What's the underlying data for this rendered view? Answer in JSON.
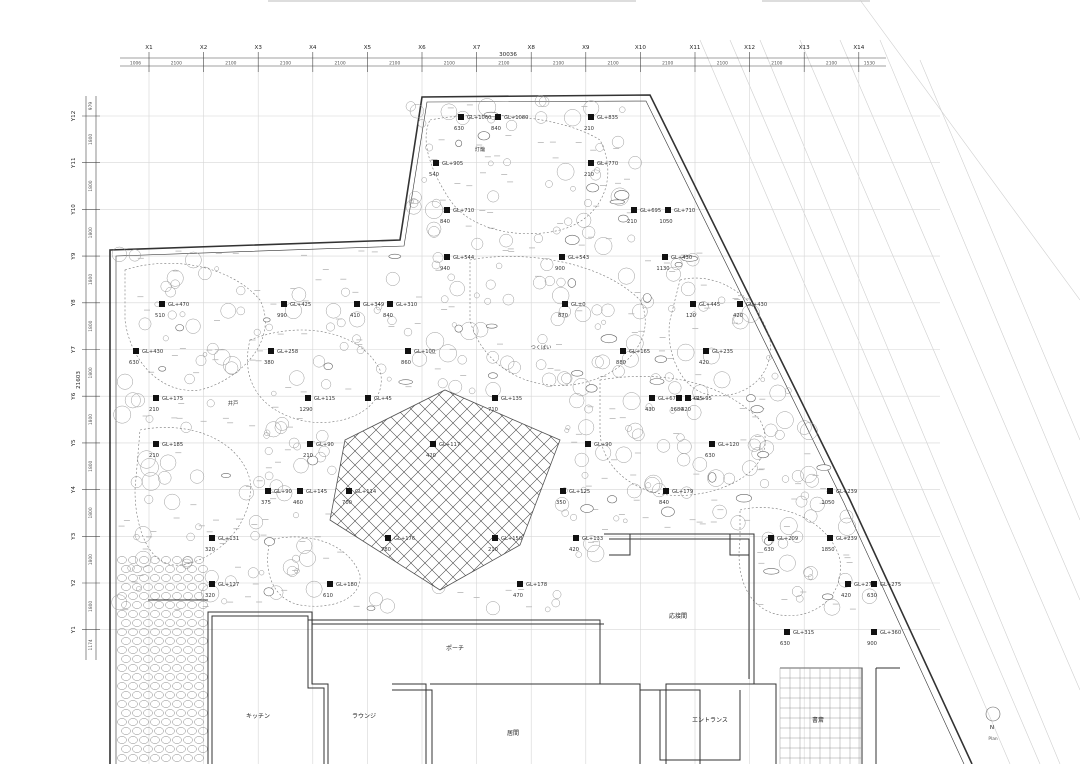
{
  "grid": {
    "x_axes": [
      "X1",
      "X2",
      "X3",
      "X4",
      "X5",
      "X6",
      "X7",
      "X8",
      "X9",
      "X10",
      "X11",
      "X12",
      "X13",
      "X14"
    ],
    "y_axes": [
      "Y12",
      "Y11",
      "Y10",
      "Y9",
      "Y8",
      "Y7",
      "Y6",
      "Y5",
      "Y4",
      "Y3",
      "Y2",
      "Y1"
    ],
    "total_width": "30036",
    "total_height": "21603",
    "x_spans": [
      "1006",
      "2100",
      "2100",
      "2100",
      "2100",
      "2100",
      "2100",
      "2100",
      "2100",
      "2100",
      "2100",
      "2100",
      "2100",
      "2100",
      "1530"
    ],
    "y_spans": [
      "979",
      "1800",
      "1800",
      "1800",
      "1800",
      "1800",
      "1800",
      "1800",
      "1800",
      "1800",
      "1800",
      "1800",
      "1174"
    ]
  },
  "spot_levels": [
    {
      "label": "GL+1060",
      "sub": "630"
    },
    {
      "label": "GL+1080",
      "sub": "840"
    },
    {
      "label": "GL+835",
      "sub": "210"
    },
    {
      "label": "GL+905",
      "sub": "540"
    },
    {
      "label": "GL+770",
      "sub": "210"
    },
    {
      "label": "GL+710",
      "sub": "840"
    },
    {
      "label": "GL+695",
      "sub": "210"
    },
    {
      "label": "GL+710",
      "sub": "1050"
    },
    {
      "label": "GL+544",
      "sub": "940"
    },
    {
      "label": "GL+543",
      "sub": "900"
    },
    {
      "label": "GL+430",
      "sub": "1130"
    },
    {
      "label": "GL+470",
      "sub": "510"
    },
    {
      "label": "GL+425",
      "sub": "990"
    },
    {
      "label": "GL+349",
      "sub": "410"
    },
    {
      "label": "GL+310",
      "sub": "840"
    },
    {
      "label": "GL±0",
      "sub": "870"
    },
    {
      "label": "GL+445",
      "sub": "120"
    },
    {
      "label": "GL+430",
      "sub": "420"
    },
    {
      "label": "GL+430",
      "sub": "630"
    },
    {
      "label": "GL+258",
      "sub": "380"
    },
    {
      "label": "GL+100",
      "sub": "860"
    },
    {
      "label": "GL+165",
      "sub": "880"
    },
    {
      "label": "GL+235",
      "sub": "420"
    },
    {
      "label": "GL+175",
      "sub": "210"
    },
    {
      "label": "GL+115",
      "sub": "1290"
    },
    {
      "label": "GL+45",
      "sub": ""
    },
    {
      "label": "GL+135",
      "sub": "710"
    },
    {
      "label": "GL+67",
      "sub": "430"
    },
    {
      "label": "GL+95",
      "sub": "1680"
    },
    {
      "label": "GL+95",
      "sub": "420"
    },
    {
      "label": "GL+185",
      "sub": "210"
    },
    {
      "label": "GL+90",
      "sub": "210"
    },
    {
      "label": "GL+117",
      "sub": "420"
    },
    {
      "label": "GL+90",
      "sub": ""
    },
    {
      "label": "GL+120",
      "sub": "630"
    },
    {
      "label": "GL+90",
      "sub": "375"
    },
    {
      "label": "GL+145",
      "sub": "460"
    },
    {
      "label": "GL+114",
      "sub": "700"
    },
    {
      "label": "GL+125",
      "sub": "350"
    },
    {
      "label": "GL+179",
      "sub": "840"
    },
    {
      "label": "GL+239",
      "sub": "1050"
    },
    {
      "label": "GL+131",
      "sub": "320"
    },
    {
      "label": "GL+176",
      "sub": "780"
    },
    {
      "label": "GL+150",
      "sub": "210"
    },
    {
      "label": "GL+133",
      "sub": "420"
    },
    {
      "label": "GL+209",
      "sub": "630"
    },
    {
      "label": "GL+239",
      "sub": "1850"
    },
    {
      "label": "GL+127",
      "sub": "320"
    },
    {
      "label": "GL+180",
      "sub": "610"
    },
    {
      "label": "GL+178",
      "sub": "470"
    },
    {
      "label": "GL+271",
      "sub": "420"
    },
    {
      "label": "GL+275",
      "sub": "630"
    },
    {
      "label": "GL+315",
      "sub": "630"
    },
    {
      "label": "GL+360",
      "sub": "900"
    }
  ],
  "rooms": {
    "kitchen": "キッチン",
    "lounge": "ラウンジ",
    "porch": "ポーチ",
    "hall": "居間",
    "entrance": "エントランス",
    "reception": "応接間",
    "study": "書斎"
  },
  "garden_labels": {
    "lantern": "灯籠",
    "basin": "つくばい",
    "well": "井戸"
  },
  "north_arrow": {
    "letter": "N",
    "caption": "Plan"
  }
}
